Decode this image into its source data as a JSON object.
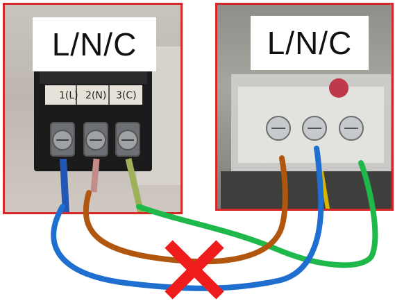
{
  "left_panel": {
    "title": "L/N/C",
    "terminals": [
      "1(L)",
      "2(N)",
      "3(C)"
    ]
  },
  "right_panel": {
    "title": "L/N/C"
  },
  "colors": {
    "frame": "#d62828",
    "blue_wire": "#1f6fd1",
    "brown_wire": "#b0560f",
    "green_wire": "#1fb84a",
    "cross": "#ee1c1c"
  },
  "icons": [
    "cross-mark-icon"
  ]
}
